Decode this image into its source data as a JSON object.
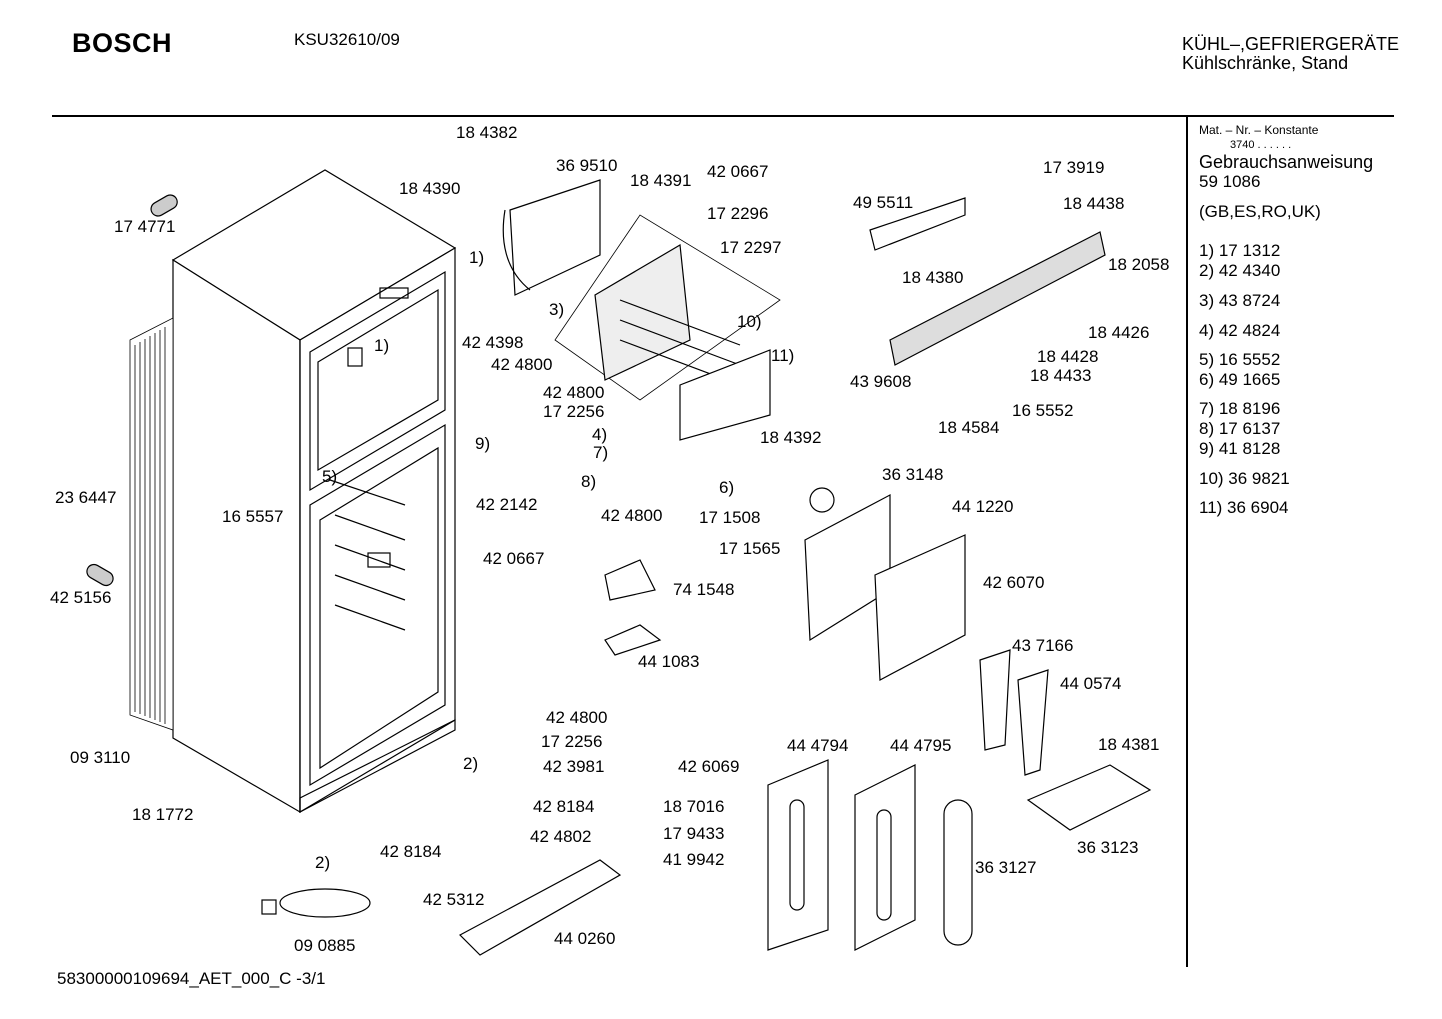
{
  "header": {
    "brand": "BOSCH",
    "model": "KSU32610/09",
    "category_line1": "KÜHL–,GEFRIERGERÄTE",
    "category_line2": "Kühlschränke, Stand"
  },
  "footer": {
    "doc_id": "58300000109694_AET_000_C  -3/1"
  },
  "sidebar": {
    "mat_label": "Mat. – Nr. – Konstante",
    "mat_value": "3740 . . . . . .",
    "manual_label": "Gebrauchsanweisung",
    "manual_number": "59 1086",
    "manual_langs": "(GB,ES,RO,UK)",
    "legend": [
      {
        "key": "1)",
        "part": "17 1312"
      },
      {
        "key": "2)",
        "part": "42 4340"
      },
      {
        "key": "3)",
        "part": "43 8724"
      },
      {
        "key": "4)",
        "part": "42 4824"
      },
      {
        "key": "5)",
        "part": "16 5552"
      },
      {
        "key": "6)",
        "part": "49 1665"
      },
      {
        "key": "7)",
        "part": "18 8196"
      },
      {
        "key": "8)",
        "part": "17 6137"
      },
      {
        "key": "9)",
        "part": "41 8128"
      },
      {
        "key": "10)",
        "part": "36 9821"
      },
      {
        "key": "11)",
        "part": "36 6904"
      }
    ]
  },
  "callouts": [
    "18 4382",
    "36 9510",
    "18 4390",
    "18 4391",
    "42 0667",
    "17 2296",
    "17 2297",
    "17 4771",
    "1)",
    "42 4398",
    "42 4800",
    "3)",
    "10)",
    "11)",
    "42 4800",
    "17 2256",
    "9)",
    "4)",
    "7)",
    "8)",
    "42 2142",
    "42 4800",
    "5)",
    "16 5557",
    "23 6447",
    "42 5156",
    "18 4392",
    "6)",
    "17 1508",
    "17 1565",
    "42 0667",
    "74 1548",
    "44 1083",
    "49 5511",
    "17 3919",
    "18 4438",
    "18 4380",
    "18 2058",
    "18 4426",
    "18 4428",
    "18 4433",
    "43 9608",
    "16 5552",
    "18 4584",
    "36 3148",
    "44 1220",
    "42 6070",
    "43 7166",
    "44 0574",
    "18 4381",
    "36 3123",
    "42 4800",
    "17 2256",
    "42 3981",
    "42 8184",
    "42 4802",
    "09 3110",
    "18 1772",
    "2)",
    "2)",
    "42 8184",
    "42 5312",
    "09 0885",
    "44 0260",
    "42 6069",
    "44 4794",
    "44 4795",
    "18 7016",
    "17 9433",
    "41 9942",
    "36 3127",
    "1)"
  ]
}
